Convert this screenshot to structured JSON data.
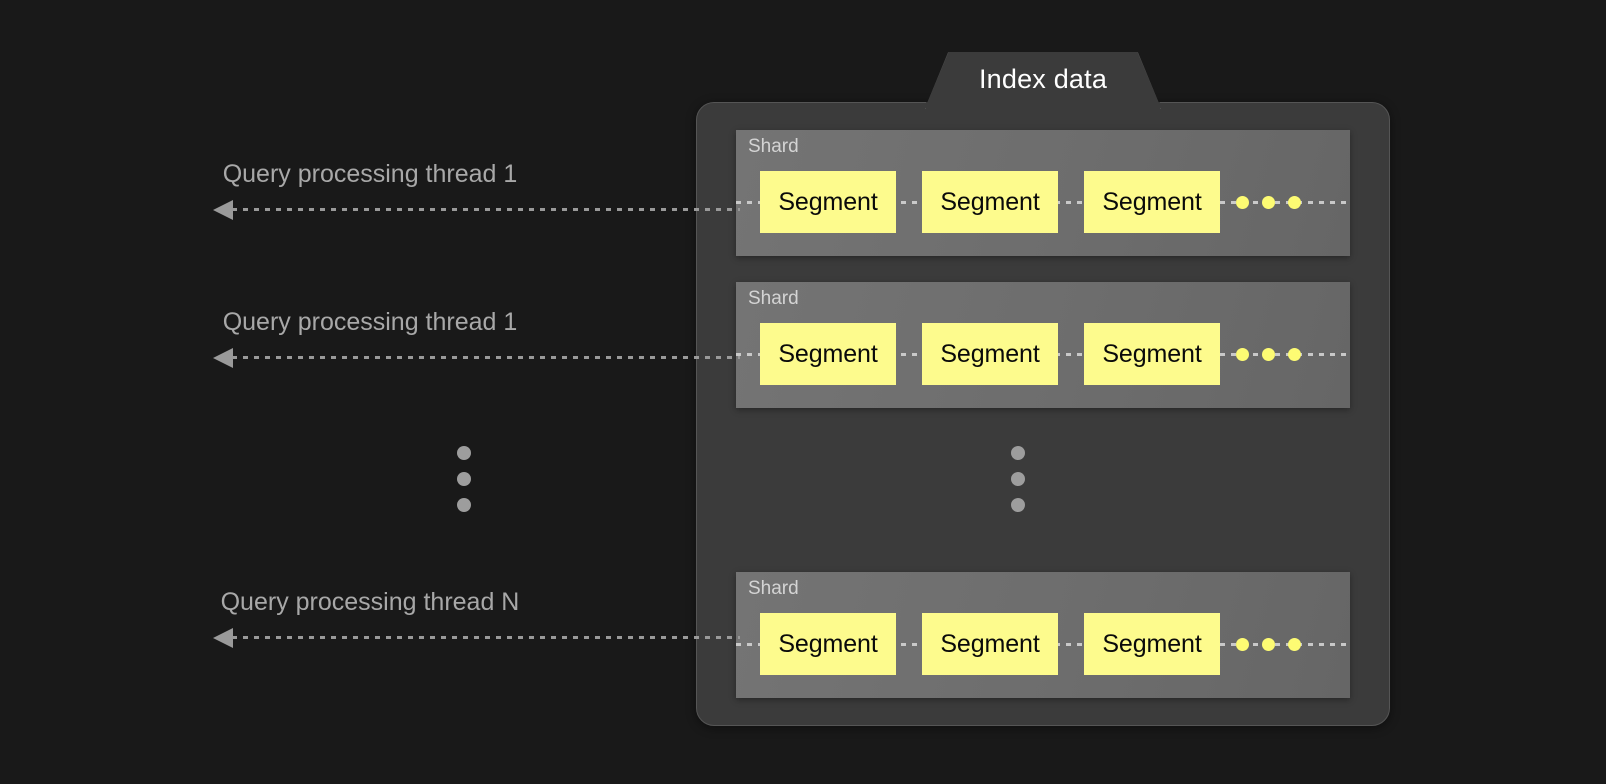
{
  "diagram": {
    "title": "Index data",
    "background_color": "#191919",
    "panel_color": "#3b3b3b",
    "shard_color": "#6e6e6e",
    "segment_color": "#fdfb8d",
    "segment_text_color": "#0a0a0a",
    "arrow_color": "#9a9a9a",
    "label_color": "#a8a8a8",
    "ellipsis_color": "#9d9d9d"
  },
  "threads": [
    {
      "label": "Query processing thread 1",
      "arrow": "left-arrow-icon"
    },
    {
      "label": "Query processing thread 1",
      "arrow": "left-arrow-icon"
    },
    {
      "label": "Query processing thread N",
      "arrow": "left-arrow-icon"
    }
  ],
  "shards": [
    {
      "label": "Shard",
      "segments": [
        {
          "label": "Segment"
        },
        {
          "label": "Segment"
        },
        {
          "label": "Segment"
        }
      ],
      "more_indicator": "three-yellow-dots"
    },
    {
      "label": "Shard",
      "segments": [
        {
          "label": "Segment"
        },
        {
          "label": "Segment"
        },
        {
          "label": "Segment"
        }
      ],
      "more_indicator": "three-yellow-dots"
    },
    {
      "label": "Shard",
      "segments": [
        {
          "label": "Segment"
        },
        {
          "label": "Segment"
        },
        {
          "label": "Segment"
        }
      ],
      "more_indicator": "three-yellow-dots"
    }
  ],
  "ellipsis": {
    "left": "vertical-ellipsis",
    "panel": "vertical-ellipsis"
  }
}
